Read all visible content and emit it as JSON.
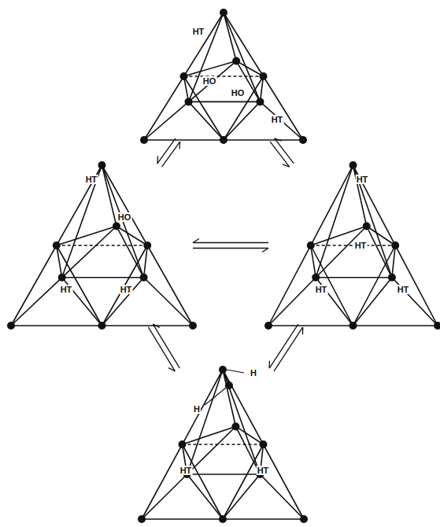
{
  "diagram": {
    "nodes": [
      {
        "text": [
          "HT",
          "HO",
          "HO",
          "HT"
        ]
      },
      {
        "text": [
          "HT",
          "HO",
          "HT",
          "HT"
        ]
      },
      {
        "text": [
          "HT",
          "HT",
          "HT",
          "HT"
        ]
      },
      {
        "text": [
          "H",
          "H",
          "HT",
          "HT"
        ]
      }
    ],
    "edges": [
      {
        "from": 0,
        "to": 1,
        "arrow": "both"
      },
      {
        "from": 0,
        "to": 2,
        "arrow": "both"
      },
      {
        "from": 1,
        "to": 2,
        "arrow": "both"
      },
      {
        "from": 1,
        "to": 3,
        "arrow": "both"
      },
      {
        "from": 2,
        "to": 3,
        "arrow": "both"
      }
    ]
  }
}
